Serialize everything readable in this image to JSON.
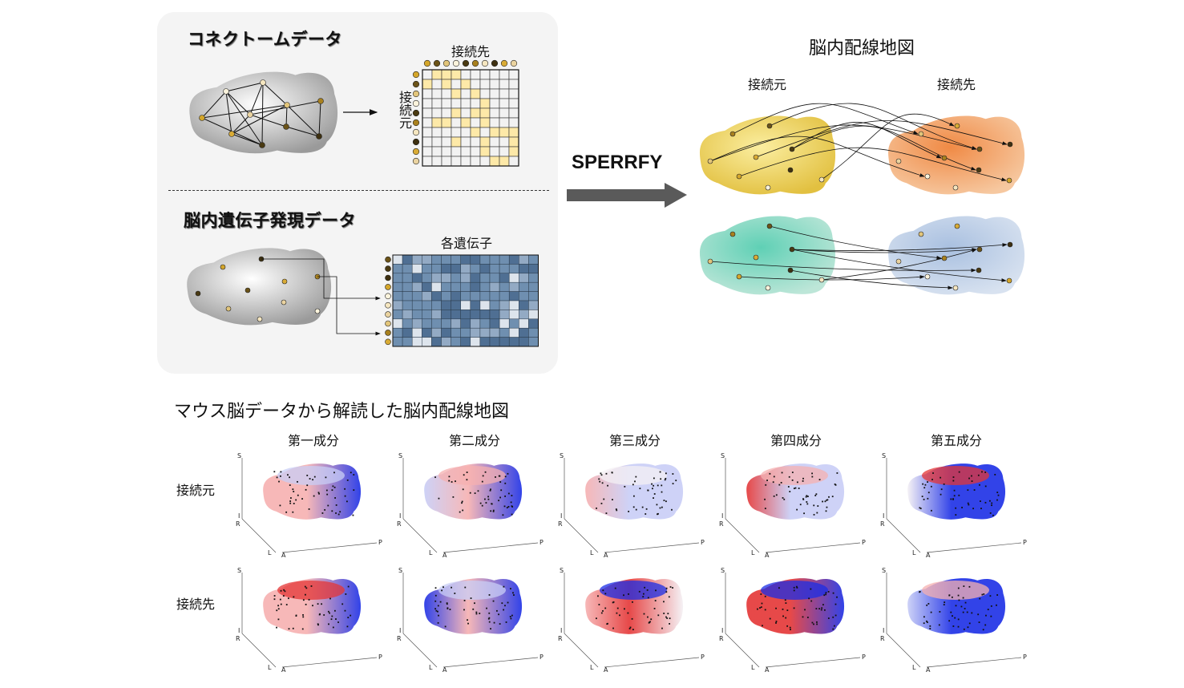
{
  "connectome": {
    "title": "コネクトームデータ",
    "target_label": "接続先",
    "source_label": "接続元"
  },
  "gene_expression": {
    "title": "脳内遺伝子発現データ",
    "genes_label": "各遺伝子"
  },
  "method": {
    "name": "SPERRFY"
  },
  "wiring_map": {
    "title": "脳内配線地図",
    "source_label": "接続元",
    "target_label": "接続先"
  },
  "results": {
    "title": "マウス脳データから解読した脳内配線地図",
    "columns": [
      "第一成分",
      "第二成分",
      "第三成分",
      "第四成分",
      "第五成分"
    ],
    "rows": [
      "接続元",
      "接続先"
    ],
    "axis_labels": {
      "s": "S",
      "i": "I",
      "r": "R",
      "l": "L",
      "a": "A",
      "p": "P"
    }
  },
  "colors": {
    "panel_bg": "#f4f4f4",
    "matrix_highlight": "#fde9a8",
    "gene_cell": "#6f8fb0",
    "arrow": "#5a5a5a",
    "positive": "#e03030",
    "negative": "#1a2ee0"
  }
}
